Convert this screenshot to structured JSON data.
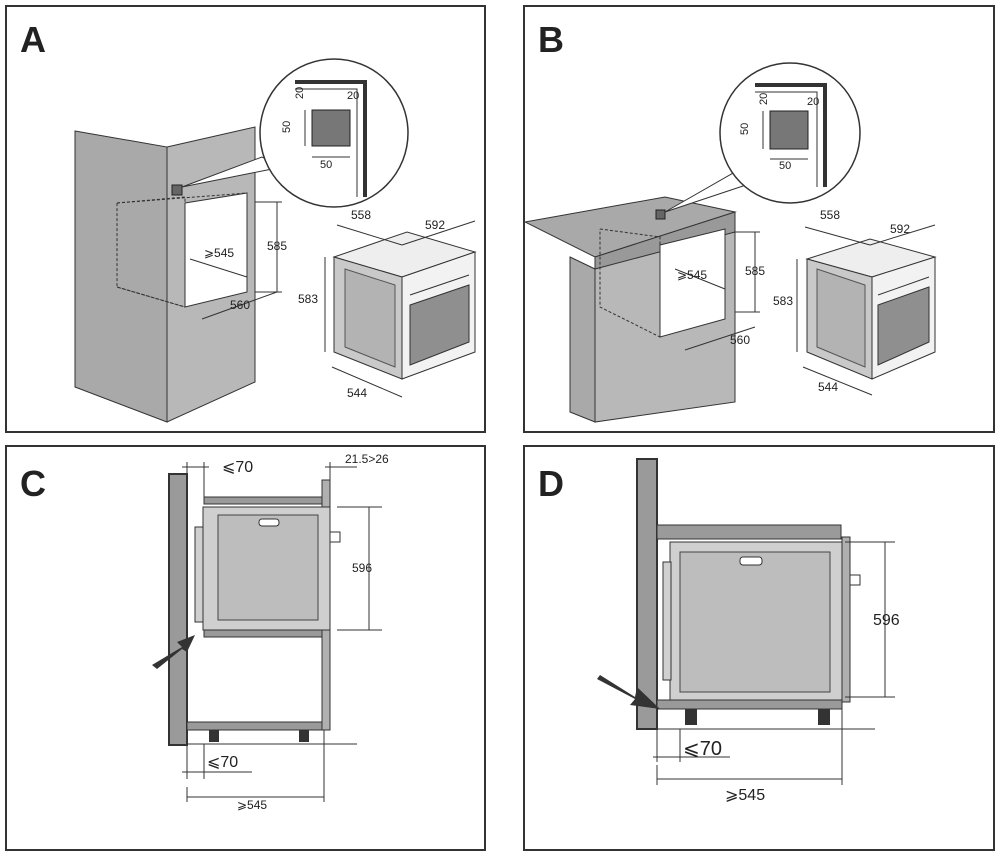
{
  "panels": {
    "a": {
      "letter": "A",
      "detail": {
        "gap_top": "20",
        "gap_side": "20",
        "height": "50",
        "width": "50"
      },
      "niche": {
        "depth": "⩾545",
        "height": "585",
        "width": "560"
      },
      "oven": {
        "depth": "558",
        "width": "592",
        "height": "583",
        "front_height": "544"
      }
    },
    "b": {
      "letter": "B",
      "detail": {
        "gap_top": "20",
        "gap_side": "20",
        "height": "50",
        "width": "50"
      },
      "niche": {
        "depth": "⩾545",
        "height": "585",
        "width": "560"
      },
      "oven": {
        "depth": "558",
        "width": "592",
        "height": "583",
        "front_height": "544"
      }
    },
    "c": {
      "letter": "C",
      "dims": {
        "gap_top": "⩽70",
        "panel_thickness": "21.5>26",
        "oven_height": "596",
        "gap_bottom": "⩽70",
        "depth": "⩾545"
      }
    },
    "d": {
      "letter": "D",
      "dims": {
        "oven_height": "596",
        "gap": "⩽70",
        "depth": "⩾545"
      }
    }
  },
  "colors": {
    "cabinet": "#a8a8a8",
    "panel_line": "#333333",
    "oven_face": "#d8d8d8",
    "glass": "#9a9a9a"
  }
}
